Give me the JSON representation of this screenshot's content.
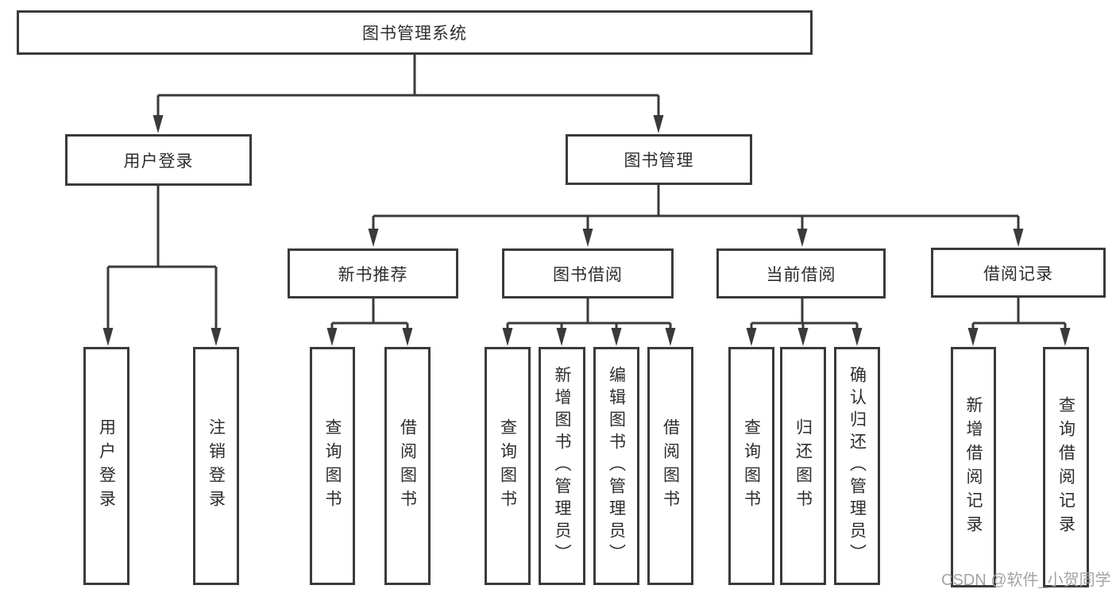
{
  "tree": {
    "label": "图书管理系统",
    "children": [
      {
        "label": "用户登录",
        "children": [
          {
            "label": "用户登录"
          },
          {
            "label": "注销登录"
          }
        ]
      },
      {
        "label": "图书管理",
        "children": [
          {
            "label": "新书推荐",
            "children": [
              {
                "label": "查询图书"
              },
              {
                "label": "借阅图书"
              }
            ]
          },
          {
            "label": "图书借阅",
            "children": [
              {
                "label": "查询图书"
              },
              {
                "label": "新增图书（管理员）"
              },
              {
                "label": "编辑图书（管理员）"
              },
              {
                "label": "借阅图书"
              }
            ]
          },
          {
            "label": "当前借阅",
            "children": [
              {
                "label": "查询图书"
              },
              {
                "label": "归还图书"
              },
              {
                "label": "确认归还（管理员）"
              }
            ]
          },
          {
            "label": "借阅记录",
            "children": [
              {
                "label": "新增借阅记录"
              },
              {
                "label": "查询借阅记录"
              }
            ]
          }
        ]
      }
    ]
  },
  "watermark": "CSDN @软件_小贺同学",
  "colors": {
    "line": "#3a3a3a",
    "box_border": "#3a3a3a",
    "text": "#2d2d2d",
    "watermark_text": "#a3a3a3",
    "background": "#ffffff"
  }
}
